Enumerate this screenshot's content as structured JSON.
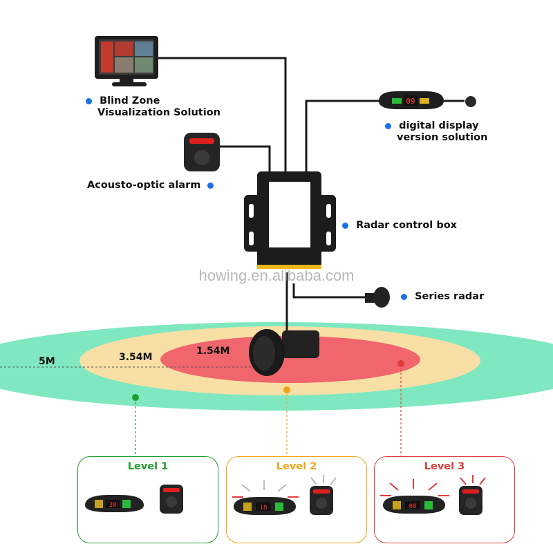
{
  "labels": {
    "blind_zone_line1": "Blind Zone",
    "blind_zone_line2": "Visualization Solution",
    "digital_display_line1": "digital display",
    "digital_display_line2": "version solution",
    "acousto_alarm": "Acousto-optic alarm",
    "radar_control_box": "Radar control box",
    "series_radar": "Series radar"
  },
  "watermark": "howing.en.alibaba.com",
  "zones": {
    "outer": {
      "label": "5M",
      "color": "#7fe8c0"
    },
    "middle": {
      "label": "3.54M",
      "color": "#f8dfa6"
    },
    "inner": {
      "label": "1.54M",
      "color": "#f0666c"
    }
  },
  "display_value": "09",
  "levels": [
    {
      "title": "Level 1",
      "color": "#1f9d2f",
      "display": "38"
    },
    {
      "title": "Level 2",
      "color": "#f2a417",
      "display": "18"
    },
    {
      "title": "Level 3",
      "color": "#e23b3b",
      "display": "08"
    }
  ],
  "colors": {
    "bullet": "#1a73e8",
    "device": "#1c1c1c",
    "wire": "#1a1a1a",
    "accent": "#f2b51b"
  }
}
